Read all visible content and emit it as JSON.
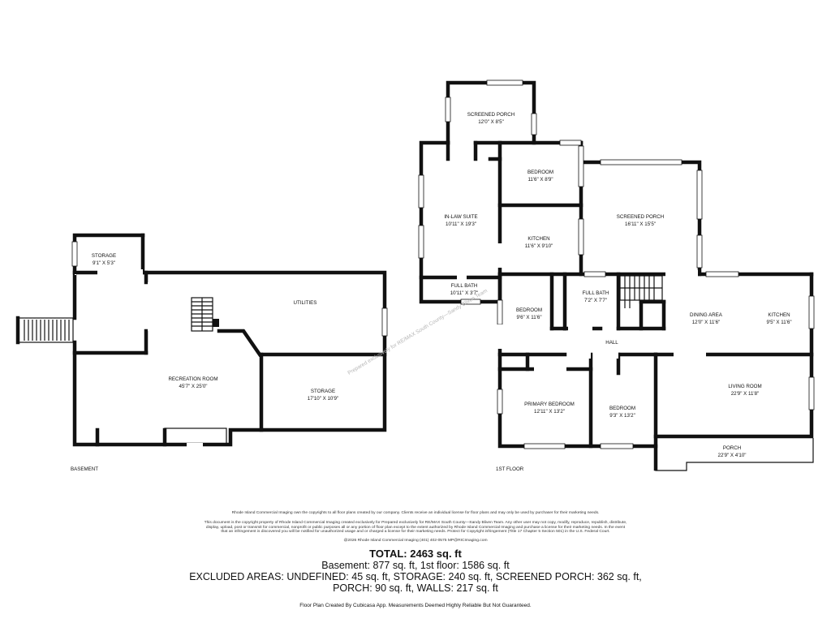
{
  "basement": {
    "floor_label": "BASEMENT",
    "rooms": [
      {
        "name": "STORAGE",
        "dims": "9'1\" X 5'3\""
      },
      {
        "name": "UTILITIES",
        "dims": ""
      },
      {
        "name": "RECREATION ROOM",
        "dims": "45'7\" X 25'0\""
      },
      {
        "name": "STORAGE",
        "dims": "17'10\" X 10'9\""
      }
    ]
  },
  "first_floor": {
    "floor_label": "1ST FLOOR",
    "rooms": [
      {
        "name": "SCREENED PORCH",
        "dims": "12'0\" X 8'5\""
      },
      {
        "name": "BEDROOM",
        "dims": "11'6\" X 8'9\""
      },
      {
        "name": "IN-LAW SUITE",
        "dims": "10'11\" X 19'3\""
      },
      {
        "name": "KITCHEN",
        "dims": "11'6\" X 9'10\""
      },
      {
        "name": "SCREENED PORCH",
        "dims": "16'11\" X 15'5\""
      },
      {
        "name": "FULL BATH",
        "dims": "10'11\" X 3'7\""
      },
      {
        "name": "BEDROOM",
        "dims": "9'6\" X 11'6\""
      },
      {
        "name": "FULL BATH",
        "dims": "7'2\" X 7'7\""
      },
      {
        "name": "DINING AREA",
        "dims": "12'0\" X 11'6\""
      },
      {
        "name": "KITCHEN",
        "dims": "9'5\" X 11'6\""
      },
      {
        "name": "HALL",
        "dims": ""
      },
      {
        "name": "PRIMARY BEDROOM",
        "dims": "12'11\" X 13'2\""
      },
      {
        "name": "BEDROOM",
        "dims": "9'3\" X 13'2\""
      },
      {
        "name": "LIVING ROOM",
        "dims": "22'9\" X 11'8\""
      },
      {
        "name": "PORCH",
        "dims": "22'9\" X 4'10\""
      }
    ]
  },
  "watermark": "Prepared exclusively for RE/MAX South County—Sandy Bliven Team",
  "copyright": {
    "line1": "Rhode Island Commercial Imaging own the copyrights to all floor plans created by our company. Clients receive an individual license for floor plans and may only be used by purchaser for their marketing needs.",
    "line2": "This document is the copyright property of Rhode Island Commercial Imaging created exclusively for Prepared exclusively for RE/MAX South County—Sandy Bliven Team. Any other user may not copy, modify, reproduce, republish, distribute, display, upload, post or transmit for commercial, nonprofit or public purposes all or any portion of floor plan except to the extent authorized by Rhode Island Commercial Imaging and purchase a license for their marketing needs. In the event that an infringement is discovered you will be notified for unauthorized usage and or charged a license for their marketing needs. Protect for Copyright infringement (Title 17 Chapter 5 Section 501) in the U.S. Federal Court.",
    "line3": "@2026 Rhode Island Commercial Imaging (401) 402-0575 MP@RICImaging.com"
  },
  "totals": {
    "total": "TOTAL: 2463 sq. ft",
    "line1": "Basement: 877 sq. ft, 1st floor: 1586 sq. ft",
    "line2": "EXCLUDED AREAS: UNDEFINED: 45 sq. ft, STORAGE: 240 sq. ft, SCREENED PORCH: 362 sq. ft,",
    "line3": "PORCH: 90 sq. ft, WALLS: 217 sq. ft"
  },
  "footer": "Floor Plan Created By Cubicasa App. Measurements Deemed Highly Reliable But Not Guaranteed."
}
